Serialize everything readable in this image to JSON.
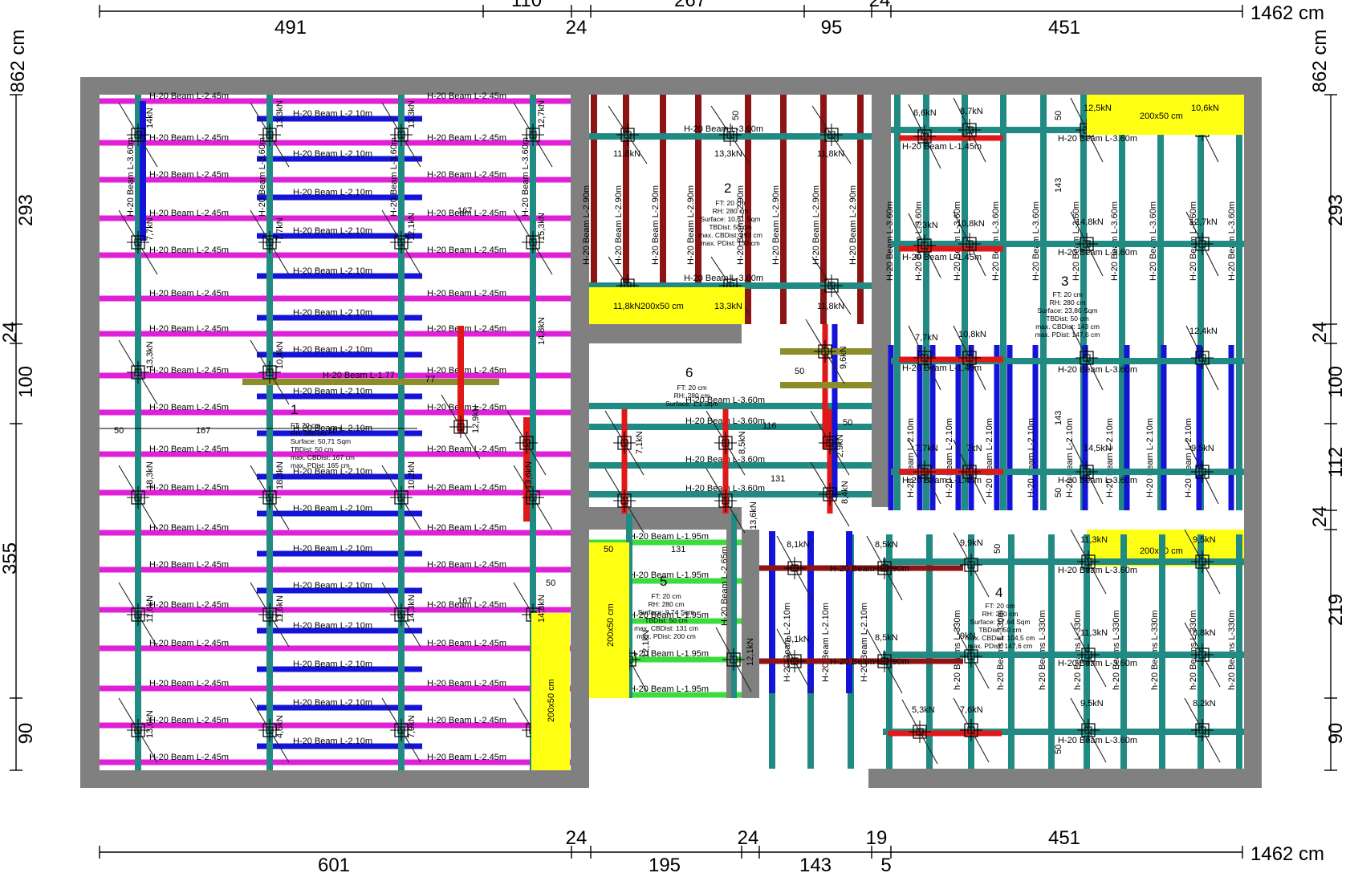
{
  "dimensions": {
    "top_segments": [
      "491",
      "110",
      "24",
      "267",
      "95",
      "24",
      "451"
    ],
    "bottom_top_row": [
      "24",
      "24",
      "19",
      "451"
    ],
    "bottom_bottom_row": [
      "601",
      "195",
      "143",
      "5"
    ],
    "total": "1462 cm",
    "left_segments": [
      "862 cm",
      "293",
      "24",
      "100",
      "355",
      "90"
    ],
    "right_segments": [
      "862 cm",
      "293",
      "24",
      "100",
      "112",
      "24",
      "219",
      "90"
    ]
  },
  "sections": [
    {
      "number": "1",
      "notes": [
        "FT: 20 cm",
        "RH: 280 cm",
        "Surface: 50,71 Sqm",
        "TBDist: 50 cm",
        "max. CBDist: 167 cm",
        "max. PDist: 165 cm"
      ]
    },
    {
      "number": "2",
      "notes": [
        "FT: 20 cm",
        "RH: 280 cm",
        "Surface: 10,61 Sqm",
        "TBDist: 50 cm",
        "max. CBDist: 193 cm",
        "max. PDist: 130 cm"
      ]
    },
    {
      "number": "3",
      "notes": [
        "FT: 20 cm",
        "RH: 280 cm",
        "Surface: 23,86 Sqm",
        "TBDist: 50 cm",
        "max. CBDist: 143 cm",
        "max. PDist: 147,6 cm"
      ]
    },
    {
      "number": "4",
      "notes": [
        "FT: 20 cm",
        "RH: 280 cm",
        "Surface: 17,64 Sqm",
        "TBDist: 50 cm",
        "max. CBDist: 104,5 cm",
        "max. PDist: 147,6 cm"
      ]
    },
    {
      "number": "5",
      "notes": [
        "FT: 20 cm",
        "RH: 280 cm",
        "Surface: 9,74 Sqm",
        "TBDist: 50 cm",
        "max. CBDist: 131 cm",
        "max. PDist: 200 cm"
      ]
    },
    {
      "number": "6",
      "notes": [
        "FT: 20 cm",
        "RH: 280 cm",
        "Surface: 1,1 Sqm"
      ]
    }
  ],
  "props": {
    "label": "200x50 cm"
  },
  "beam_labels": {
    "s1_top": "H-20 Beam L-2.45m",
    "s1_mid": "H-20 Beam L-2.10m",
    "s1_vert": "H-20 Beam L-3.60m",
    "s1_olive": "H-20 Beam L-1.77",
    "s2_horiz": "H-20 Beam L-3.60m",
    "s2_vert": "H-20 Beam L-2.90m",
    "s3_horiz": "H-20 Beam L-3.60m",
    "s3_red": "H-20 Beam L-1.45m",
    "s3_vert_top": "H-20 Beam L-3.60m",
    "s3_vert_bot": "H-20 Beam L-2.10m",
    "s4_horiz": "H-20 Beam L-3.60m",
    "s4_dark": "H-20 Beam L-2.90m",
    "s4_vert": "h-20 Beams L-330m",
    "s4_blue": "H-20 Beam L-2.10m",
    "s5_green": "H-20 Beam L-1.95m",
    "s5_vert": "H-20 Beam L-2.65m",
    "s6_horiz": "H-20 Beam L-3.60m"
  },
  "loads": {
    "s1": [
      "14kN",
      "13,3kN",
      "13,3kN",
      "12,7kN",
      "7,7kN",
      "7,7kN",
      "12,1kN",
      "15,3kN",
      "13,3kN",
      "10,4kN",
      "14,8kN",
      "18,3kN",
      "18,3kN",
      "10,2kN",
      "13,6kN",
      "11,6kN",
      "11,6kN",
      "14,3kN",
      "14,8kN",
      "13,6kN",
      "4,5kN",
      "7,9kN",
      "12,9kN"
    ],
    "s2": [
      "11,8kN",
      "13,3kN",
      "11,8kN",
      "11,8kN",
      "13,3kN",
      "11,8kN"
    ],
    "s3": [
      "6,6kN",
      "8,7kN",
      "12,5kN",
      "10,6kN",
      "7,3kN",
      "10,8kN",
      "14,8kN",
      "12,7kN",
      "7,7kN",
      "10,8kN",
      "12,4kN",
      "7,7kN",
      "7kN",
      "14,5kN",
      "9,5kN"
    ],
    "s4": [
      "8,1kN",
      "8,5kN",
      "9,9kN",
      "11,3kN",
      "9,5kN",
      "8,1kN",
      "8,5kN",
      "9kN",
      "11,3kN",
      "8,8kN",
      "5,3kN",
      "7,6kN",
      "9,5kN",
      "8,2kN"
    ],
    "s5": [
      "12,1kN",
      "12,1kN",
      "13,6kN"
    ],
    "s6": [
      "7,1kN",
      "8,5kN",
      "2,9kN",
      "8,4kN",
      "9,6kN"
    ]
  },
  "spacing_labels": [
    "50",
    "167",
    "167",
    "50",
    "50",
    "77",
    "131",
    "131",
    "116",
    "50",
    "143",
    "143",
    "50",
    "50",
    "50",
    "167",
    "50",
    "50"
  ]
}
